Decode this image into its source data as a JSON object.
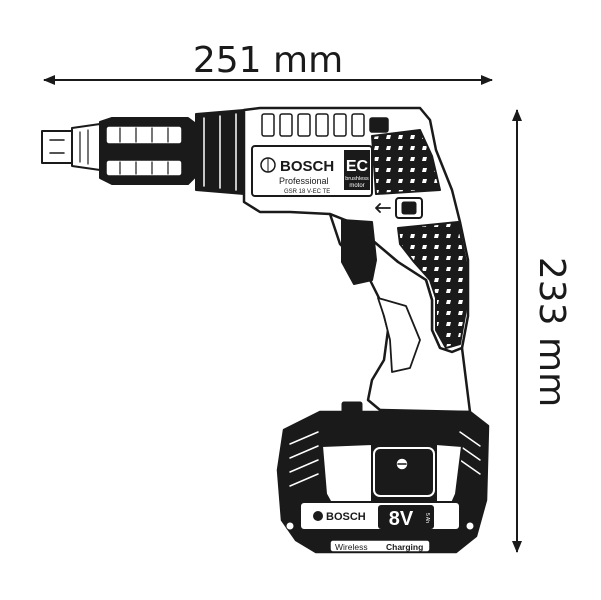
{
  "dimensions": {
    "width_label": "251 mm",
    "height_label": "233 mm"
  },
  "tool_markings": {
    "brand": "BOSCH",
    "motor_badge": "EC",
    "motor_subtitle_1": "brushless",
    "motor_subtitle_2": "motor",
    "line": "Professional",
    "model": "GSR 18 V-EC TE",
    "battery_brand": "BOSCH",
    "battery_voltage": "8V",
    "battery_capacity_fragment": "5 Ah",
    "battery_feature_1": "Wireless",
    "battery_feature_2": "Charging"
  },
  "colors": {
    "line": "#1a1a1a",
    "fill_dark": "#1a1a1a",
    "fill_light": "#ffffff"
  }
}
